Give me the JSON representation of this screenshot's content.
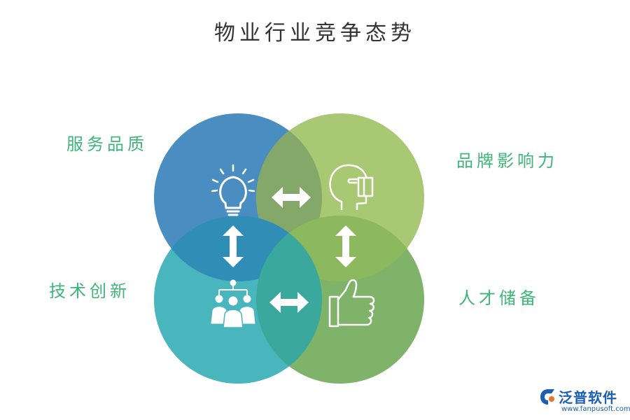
{
  "title": "物业行业竞争态势",
  "labels": {
    "top_left": "服务品质",
    "top_right": "品牌影响力",
    "bottom_left": "技术创新",
    "bottom_right": "人才储备"
  },
  "colors": {
    "label": "#3fb57a",
    "circle_top_left": "#4a8dc0",
    "circle_top_right": "#a9c873",
    "circle_bottom_left": "#49b5bd",
    "circle_bottom_right": "#7fb36a",
    "overlap_top": "#84a86a",
    "overlap_left": "#2f8db6",
    "overlap_right": "#8cb85e",
    "overlap_bottom": "#3aa89c",
    "arrow": "#ffffff",
    "watermark": "#1a5fb4"
  },
  "icons": {
    "top_left": "lightbulb-icon",
    "top_right": "head-thumbs-up-icon",
    "bottom_left": "team-network-icon",
    "bottom_right": "thumbs-up-icon"
  },
  "watermark": {
    "name": "泛普软件",
    "url": "www.fanpusoft.com"
  }
}
